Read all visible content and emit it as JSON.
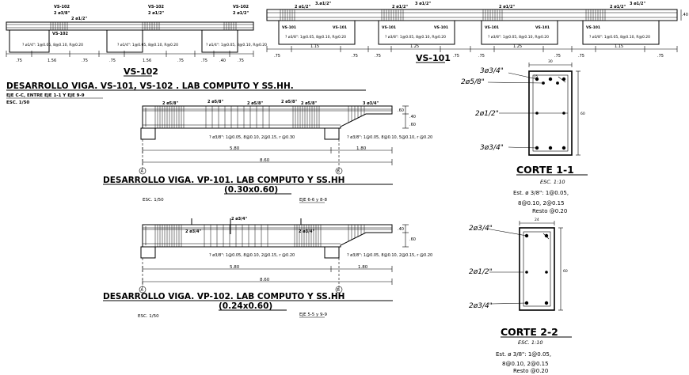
{
  "top": {
    "vs102": {
      "title": "VS-102",
      "bar_labels": [
        "2 ø3/8\"",
        "2 ø1/2\"",
        "2 ø1/2\"",
        "2 ø1/2\""
      ],
      "beam_tags": [
        "VS-102",
        "VS-102",
        "VS-102",
        "VS-102"
      ],
      "stirrup_notes": [
        "? ø1/4\": 1@0.05, 8@0.10, R@0.20",
        "? ø1/4\": 1@0.05, 8@0.10, R@0.20",
        "? ø1/4\": 1@0.05, 8@0.10, R@0.20"
      ],
      "dims": [
        ".75",
        "1.56",
        ".75",
        ".75",
        "1.56",
        ".75",
        ".75",
        ".40",
        ".75"
      ]
    },
    "vs101": {
      "title": "VS-101",
      "bar_labels": [
        "2 ø1/2\"",
        "3.ø1/2\"",
        "2 ø1/2\"",
        "3 ø1/2\"",
        "2 ø1/2\"",
        "2 ø1/2\"",
        "3 ø1/2\""
      ],
      "beam_tags": [
        "VS-101",
        "VS-101",
        "VS-101",
        "VS-101",
        "VS-101",
        "VS-101",
        "VS-101"
      ],
      "stirrup_notes": [
        "? ø3/8\": 1@0.05, 8@0.10, R@0.20",
        "? ø3/8\": 1@0.05, 8@0.10, R@0.20",
        "? ø3/8\": 1@0.05, 8@0.10, R@0.20",
        "? ø3/8\": 1@0.05, 8@0.10, R@0.20"
      ],
      "dims": [
        ".75",
        "1.15",
        ".75",
        ".75",
        "1.25",
        ".75",
        ".75",
        "1.25",
        ".75",
        ".75",
        "1.15",
        ".75"
      ],
      "height": ".40"
    }
  },
  "heading": {
    "title": "DESARROLLO VIGA. VS-101, VS-102 . LAB COMPUTO Y SS.HH.",
    "axes": "EJE C-C, ENTRE EJE 1-1 Y EJE 9-9",
    "scale": "ESC. 1/50"
  },
  "vp101": {
    "bar_labels": [
      "2 ø5/8\"",
      "2 ø5/8\"",
      "2 ø5/8\"",
      "2 ø5/8\"",
      "2 ø5/8\""
    ],
    "main_bar": "3 ø3/4\"",
    "stirrups_main": "? ø3/8\": 1@0.05, 8@0.10, 2@0.15, r @0.30",
    "stirrups_cant": "? ø3/8\": 1@0.05, 8@0.10, 5@0.10, r @0.20",
    "dim_span": "5.80",
    "dim_cant": "1.80",
    "dim_total": "8.60",
    "dim_h1": ".60",
    "dim_h2": ".40",
    "dim_h3": ".60",
    "axis_a": "A",
    "axis_b": "B",
    "title": "DESARROLLO VIGA. VP-101. LAB COMPUTO Y SS.HH",
    "size": "(0.30x0.60)",
    "scale": "ESC. 1/50",
    "axes": "EJE 6-6 y 8-8"
  },
  "vp102": {
    "bar_labels": [
      "2 ø3/4\"",
      "2 ø3/4\"",
      "2 ø3/4\""
    ],
    "stirrups_main": "? ø3/8\": 1@0.05, 8@0.10, 2@0.15, r @0.20",
    "stirrups_cant": "? ø3/8\": 1@0.05, 8@0.10, 2@0.15, r @0.20",
    "dim_span": "5.80",
    "dim_cant": "1.80",
    "dim_total": "8.60",
    "dim_h1": ".40",
    "dim_h2": ".60",
    "axis_a": "A",
    "axis_b": "B",
    "title": "DESARROLLO VIGA. VP-102. LAB COMPUTO Y SS.HH",
    "size": "(0.24x0.60)",
    "scale": "ESC. 1/50",
    "axes": "EJE 5-5 y 9-9"
  },
  "corte1": {
    "top_bars": "3ø3/4\"",
    "top_bars2": "2ø5/8\"",
    "mid_bars": "2ø1/2\"",
    "bottom_bars": "3ø3/4\"",
    "width": "30",
    "height": "60",
    "cover": "25",
    "title": "CORTE 1-1",
    "scale": "ESC. 1:10",
    "note1": "Est. ø 3/8\": 1@0.05,",
    "note2": "8@0.10, 2@0.15",
    "note3": "Resto @0.20"
  },
  "corte2": {
    "top_bars": "2ø3/4\"",
    "mid_bars": "2ø1/2\"",
    "bottom_bars": "2ø3/4\"",
    "width": "24",
    "height": "60",
    "title": "CORTE 2-2",
    "scale": "ESC. 1:10",
    "note1": "Est. ø 3/8\": 1@0.05,",
    "note2": "8@0.10, 2@0.15",
    "note3": "Resto @0.20"
  }
}
